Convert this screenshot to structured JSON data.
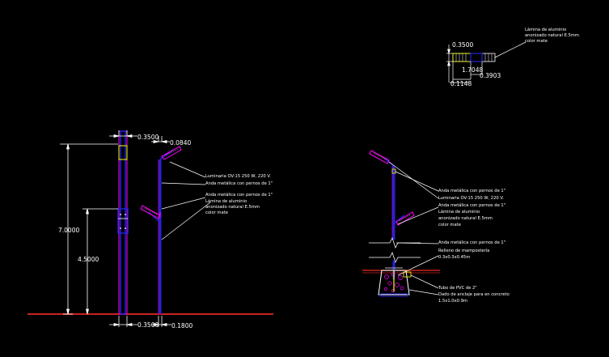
{
  "colors": {
    "background": "#000000",
    "pole": "#2323d8",
    "pole_outline": "#ff00ff",
    "ground": "#c8231e",
    "dimension": "#ffffff",
    "lamp": "#ff00ff",
    "panel": "#ffff00"
  },
  "dims_left": {
    "pole_width_top": "0.3500",
    "pole_width_right": "0.0840",
    "height_total": "7.0000",
    "height_mid": "4.5000",
    "base_width_left": "0.3500",
    "base_width_right": "0.1800"
  },
  "dims_top_right": {
    "d1": "0.3500",
    "d2": "1.7048",
    "d3": "0.3903",
    "d4": "0.1148"
  },
  "notes_top_right": [
    "Lámina de aluminio",
    "anonizado natural E.5mm",
    "color mate"
  ],
  "notes_left": [
    "Luminaria OV-15 250 W, 220 V.",
    "Anda metálica con pernos de 1\"",
    "Anda metálica con pernos de 1\"",
    "Lámina de aluminio",
    "anonizado natural E.5mm",
    "color mate"
  ],
  "notes_right": [
    "Anda metálica con pernos de 1\"",
    "Luminaria OV-15 250 W, 220 V.",
    "Anda metálica con pernos de 1\"",
    "Lámina de aluminio",
    "anonizado natural E.5mm",
    "color mate",
    "Anda metálica con pernos de 1\"",
    "Relleno de mampostería",
    "0.3x0.3x0.45m",
    "Tubo de PVC de 2\"",
    "Dado de anclaje para en concreto",
    "1.5x1.0x0.9m"
  ]
}
